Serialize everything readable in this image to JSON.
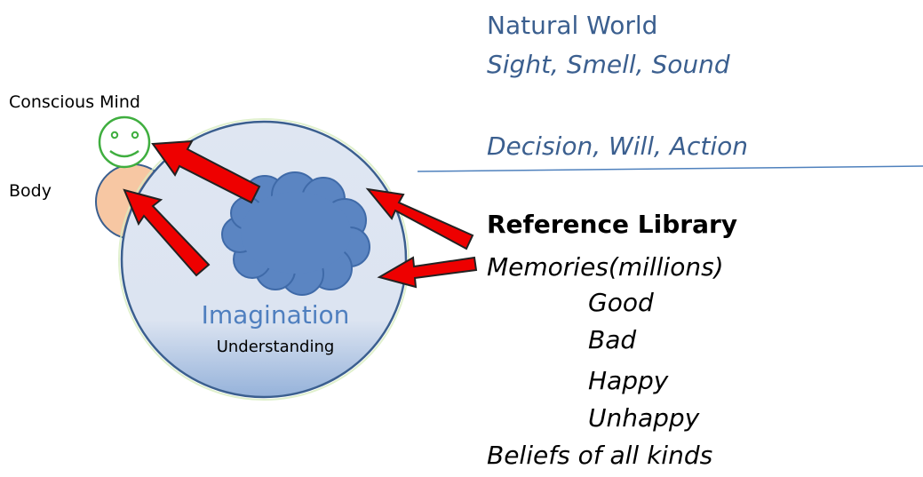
{
  "natural_world": {
    "title": "Natural World",
    "senses": "Sight, Smell, Sound",
    "decision": "Decision, Will, Action"
  },
  "person": {
    "conscious_mind_label": "Conscious Mind",
    "body_label": "Body",
    "imagination_label": "Imagination",
    "understanding_label": "Understanding"
  },
  "reference_library": {
    "title": "Reference Library",
    "memories": "Memories(millions)",
    "memory_types": [
      "Good",
      "Bad",
      "Happy",
      "Unhappy"
    ],
    "beliefs": "Beliefs of all kinds"
  },
  "colors": {
    "text_blue": "#3b5f8f",
    "imagination_blue": "#4f7fbf",
    "mind_circle_fill": "#dfe6f2",
    "mind_circle_stroke": "#3b5f8f",
    "cloud_fill": "#5b85c2",
    "cloud_stroke": "#3f6aa8",
    "body_fill": "#f7c7a3",
    "smiley_stroke": "#3fae3f",
    "arrow_fill": "#ee0000",
    "arrow_stroke": "#222222",
    "divider_line": "#4f81bd"
  }
}
